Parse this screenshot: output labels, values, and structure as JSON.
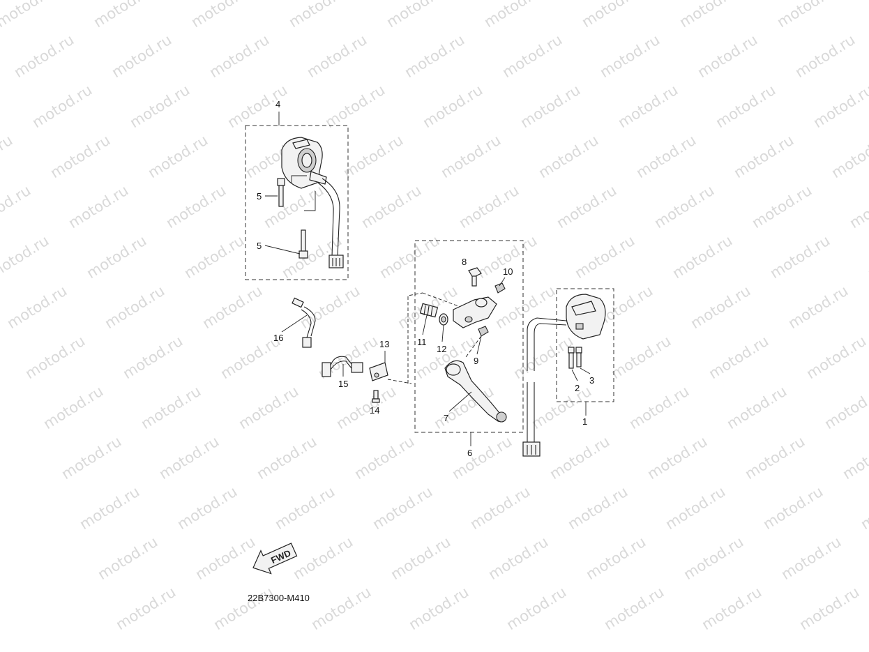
{
  "watermark": {
    "text": "motod.ru",
    "color": "#d9d9d9"
  },
  "diagram_code": "22B7300-M410",
  "fwd_arrow": {
    "label": "FWD",
    "icon": "fwd-arrow-icon"
  },
  "callouts": {
    "c1": "1",
    "c2": "2",
    "c3": "3",
    "c4": "4",
    "c5a": "5",
    "c5b": "5",
    "c6": "6",
    "c7": "7",
    "c8": "8",
    "c9": "9",
    "c10": "10",
    "c11": "11",
    "c12": "12",
    "c13": "13",
    "c14": "14",
    "c15": "15",
    "c16": "16"
  },
  "colors": {
    "line": "#222222",
    "background": "#ffffff"
  }
}
